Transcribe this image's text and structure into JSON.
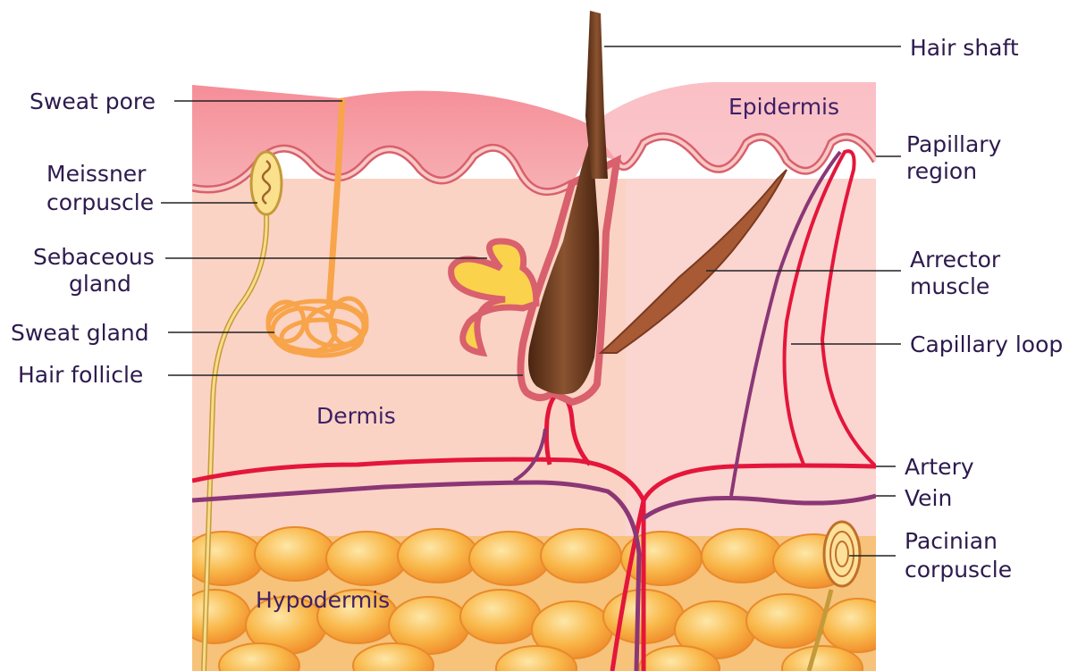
{
  "labels": {
    "hair_shaft": "Hair shaft",
    "sweat_pore": "Sweat pore",
    "epidermis": "Epidermis",
    "meissner_1": "Meissner",
    "meissner_2": "corpuscle",
    "papillary_1": "Papillary",
    "papillary_2": "region",
    "sebaceous_1": "Sebaceous",
    "sebaceous_2": "gland",
    "arrector_1": "Arrector",
    "arrector_2": "muscle",
    "sweat_gland": "Sweat gland",
    "capillary_loop": "Capillary loop",
    "hair_follicle": "Hair follicle",
    "dermis": "Dermis",
    "artery": "Artery",
    "vein": "Vein",
    "pacinian_1": "Pacinian",
    "pacinian_2": "corpuscle",
    "hypodermis": "Hypodermis"
  },
  "colors": {
    "epidermis": "#f6a3a9",
    "epidermis_dark": "#ee7b86",
    "dermis": "#fbd3c4",
    "dermis_right": "#fbd6d4",
    "papillary_line": "#e0707c",
    "hair": "#6e3d1e",
    "sebaceous": "#fbd24b",
    "sweat_gland": "#f8a44a",
    "artery": "#e4163b",
    "vein": "#8b3776",
    "fat": "#f9b43a",
    "fat_light": "#fdd77b",
    "text": "#2d1a4d"
  }
}
